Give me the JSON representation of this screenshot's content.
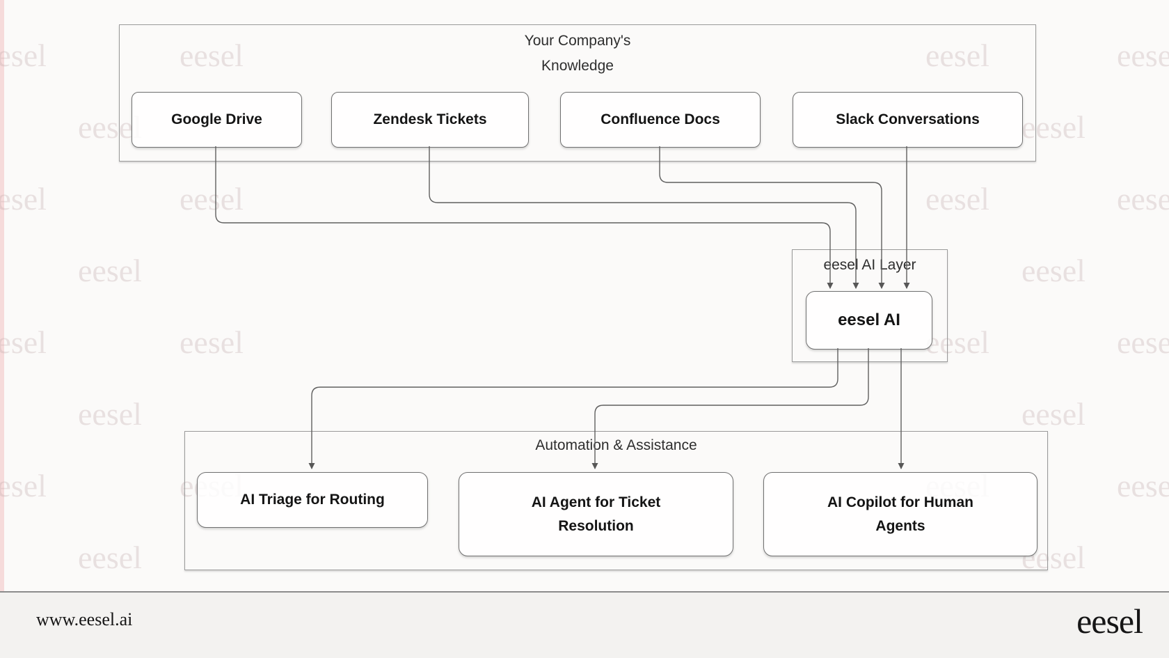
{
  "watermark": "eesel",
  "diagram": {
    "knowledge": {
      "title": "Your Company's Knowledge",
      "nodes": [
        {
          "id": "google-drive",
          "label": "Google Drive"
        },
        {
          "id": "zendesk-tickets",
          "label": "Zendesk Tickets"
        },
        {
          "id": "confluence-docs",
          "label": "Confluence Docs"
        },
        {
          "id": "slack-conversations",
          "label": "Slack Conversations"
        }
      ]
    },
    "ai_layer": {
      "title": "eesel AI Layer",
      "node": {
        "id": "eesel-ai",
        "label": "eesel AI"
      }
    },
    "automation": {
      "title": "Automation & Assistance",
      "nodes": [
        {
          "id": "ai-triage",
          "label": "AI Triage for Routing"
        },
        {
          "id": "ai-agent",
          "label": "AI Agent for Ticket Resolution"
        },
        {
          "id": "ai-copilot",
          "label": "AI Copilot for Human Agents"
        }
      ]
    },
    "edges": [
      {
        "from": "google-drive",
        "to": "eesel-ai"
      },
      {
        "from": "zendesk-tickets",
        "to": "eesel-ai"
      },
      {
        "from": "confluence-docs",
        "to": "eesel-ai"
      },
      {
        "from": "slack-conversations",
        "to": "eesel-ai"
      },
      {
        "from": "eesel-ai",
        "to": "ai-triage"
      },
      {
        "from": "eesel-ai",
        "to": "ai-agent"
      },
      {
        "from": "eesel-ai",
        "to": "ai-copilot"
      }
    ]
  },
  "footer": {
    "website": "www.eesel.ai",
    "logo": "eesel"
  },
  "colors": {
    "edge": "#5f5f5f",
    "accent_strip": "#f6dbdb",
    "watermark": "#cdb4b4"
  }
}
